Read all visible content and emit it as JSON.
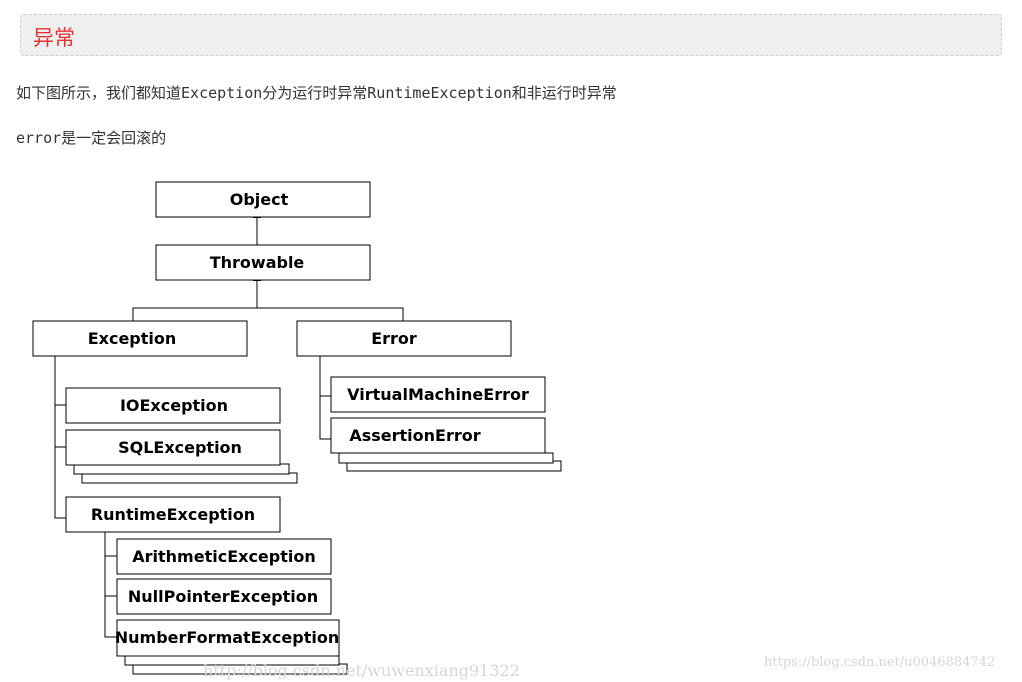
{
  "heading": "异常",
  "paragraphs": [
    "如下图所示，我们都知道Exception分为运行时异常RuntimeException和非运行时异常",
    "error是一定会回滚的"
  ],
  "diagram": {
    "nodes": [
      {
        "id": "object",
        "label": "Object"
      },
      {
        "id": "throwable",
        "label": "Throwable"
      },
      {
        "id": "exception",
        "label": "Exception"
      },
      {
        "id": "error",
        "label": "Error"
      },
      {
        "id": "ioexception",
        "label": "IOException"
      },
      {
        "id": "sqlexception",
        "label": "SQLException"
      },
      {
        "id": "runtimeexception",
        "label": "RuntimeException"
      },
      {
        "id": "virtualmachineerror",
        "label": "VirtualMachineError"
      },
      {
        "id": "assertionerror",
        "label": "AssertionError"
      },
      {
        "id": "arithmeticexception",
        "label": "ArithmeticException"
      },
      {
        "id": "nullpointerexception",
        "label": "NullPointerException"
      },
      {
        "id": "numberformatexception",
        "label": "NumberFormatException"
      }
    ],
    "edges": [
      {
        "from": "throwable",
        "to": "object"
      },
      {
        "from": "exception",
        "to": "throwable"
      },
      {
        "from": "error",
        "to": "throwable"
      },
      {
        "from": "ioexception",
        "to": "exception"
      },
      {
        "from": "sqlexception",
        "to": "exception"
      },
      {
        "from": "runtimeexception",
        "to": "exception"
      },
      {
        "from": "virtualmachineerror",
        "to": "error"
      },
      {
        "from": "assertionerror",
        "to": "error"
      },
      {
        "from": "arithmeticexception",
        "to": "runtimeexception"
      },
      {
        "from": "nullpointerexception",
        "to": "runtimeexception"
      },
      {
        "from": "numberformatexception",
        "to": "runtimeexception"
      }
    ]
  },
  "watermarks": [
    "http://blog.csdn.net/wuwenxiang91322",
    "https://blog.csdn.net/u0046884742"
  ]
}
